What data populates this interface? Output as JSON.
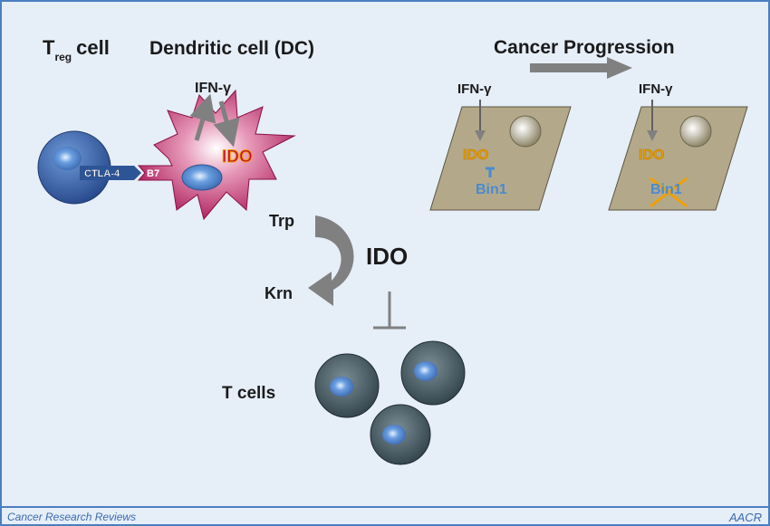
{
  "labels": {
    "treg_main": "T",
    "treg_sub": "reg",
    "treg_cell": "cell",
    "dc": "Dendritic cell (DC)",
    "ifn_dc": "IFN-γ",
    "ido_dc": "IDO",
    "ctla4": "CTLA-4",
    "b7": "B7",
    "cancer_progression": "Cancer Progression",
    "ifn_left": "IFN-γ",
    "ido_left": "IDO",
    "bin1_left": "Bin1",
    "ifn_right": "IFN-γ",
    "ido_right": "IDO",
    "bin1_right": "Bin1",
    "trp": "Trp",
    "krn": "Krn",
    "ido_center": "IDO",
    "t_cells": "T cells"
  },
  "footer": {
    "journal": "Cancer Research Reviews",
    "logo": "AACR"
  },
  "colors": {
    "background": "#e6eef8",
    "frame": "#4a7fc0",
    "dc_magenta": "#b0175a",
    "ido_orange": "#f0a000",
    "bin1_blue": "#4a8ad0",
    "cancer_cell": "#b3a98a"
  }
}
